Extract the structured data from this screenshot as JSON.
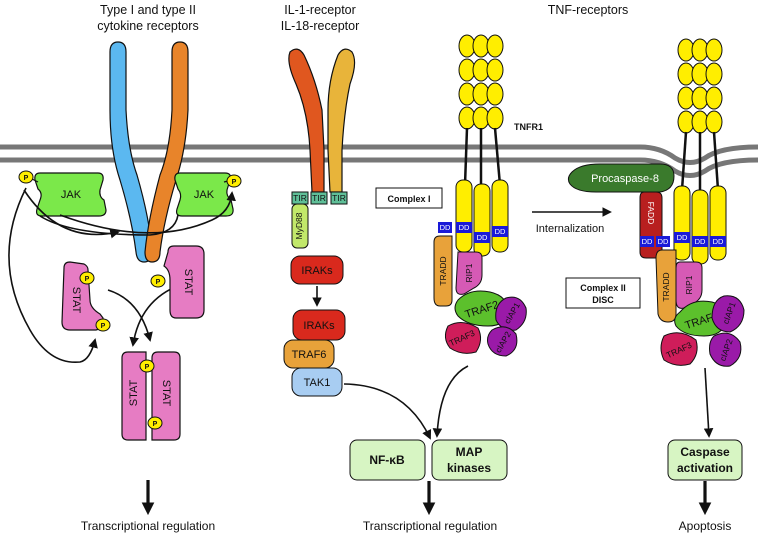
{
  "headers": {
    "cytokine_line1": "Type I and type II",
    "cytokine_line2": "cytokine receptors",
    "il_line1": "IL-1-receptor",
    "il_line2": "IL-18-receptor",
    "tnf": "TNF-receptors"
  },
  "labels": {
    "tnfr1": "TNFR1",
    "jak": "JAK",
    "stat": "STAT",
    "p": "P",
    "tir": "TIR",
    "myd88": "MyD88",
    "iraks": "IRAKs",
    "traf6": "TRAF6",
    "tak1": "TAK1",
    "complex1": "Complex I",
    "complex2_line1": "Complex II",
    "complex2_line2": "DISC",
    "dd": "DD",
    "tradd": "TRADD",
    "rip1": "RIP1",
    "traf2": "TRAF2",
    "traf3": "TRAF3",
    "ciap1": "cIAP1",
    "ciap2": "cIAP2",
    "fadd": "FADD",
    "procaspase8": "Procaspase-8",
    "internalization": "Internalization"
  },
  "outputs": {
    "nfkb": "NF-κB",
    "map_line1": "MAP",
    "map_line2": "kinases",
    "caspase_line1": "Caspase",
    "caspase_line2": "activation"
  },
  "footers": {
    "left": "Transcriptional regulation",
    "middle": "Transcriptional regulation",
    "right": "Apoptosis"
  },
  "colors": {
    "jak": "#7be84a",
    "stat": "#e67cc3",
    "receptor_blue": "#5bb8f0",
    "receptor_orange": "#e8842a",
    "il_red": "#e0571f",
    "il_yellow": "#e8b43a",
    "tir": "#5fbf98",
    "myd88": "#c2e86a",
    "iraks": "#d9291d",
    "traf6": "#e8a23a",
    "tak1": "#a8cdf2",
    "tnf_yellow": "#ffee00",
    "dd_blue": "#1a1ad8",
    "tradd": "#e8a23a",
    "rip1": "#d65ab5",
    "traf2": "#5cc02c",
    "traf3": "#cf1d5a",
    "ciap": "#9a1aa8",
    "fadd": "#b81f1f",
    "procaspase8": "#3a7a2c",
    "output_box": "#d7f5c3",
    "phospho": "#ffee00"
  }
}
